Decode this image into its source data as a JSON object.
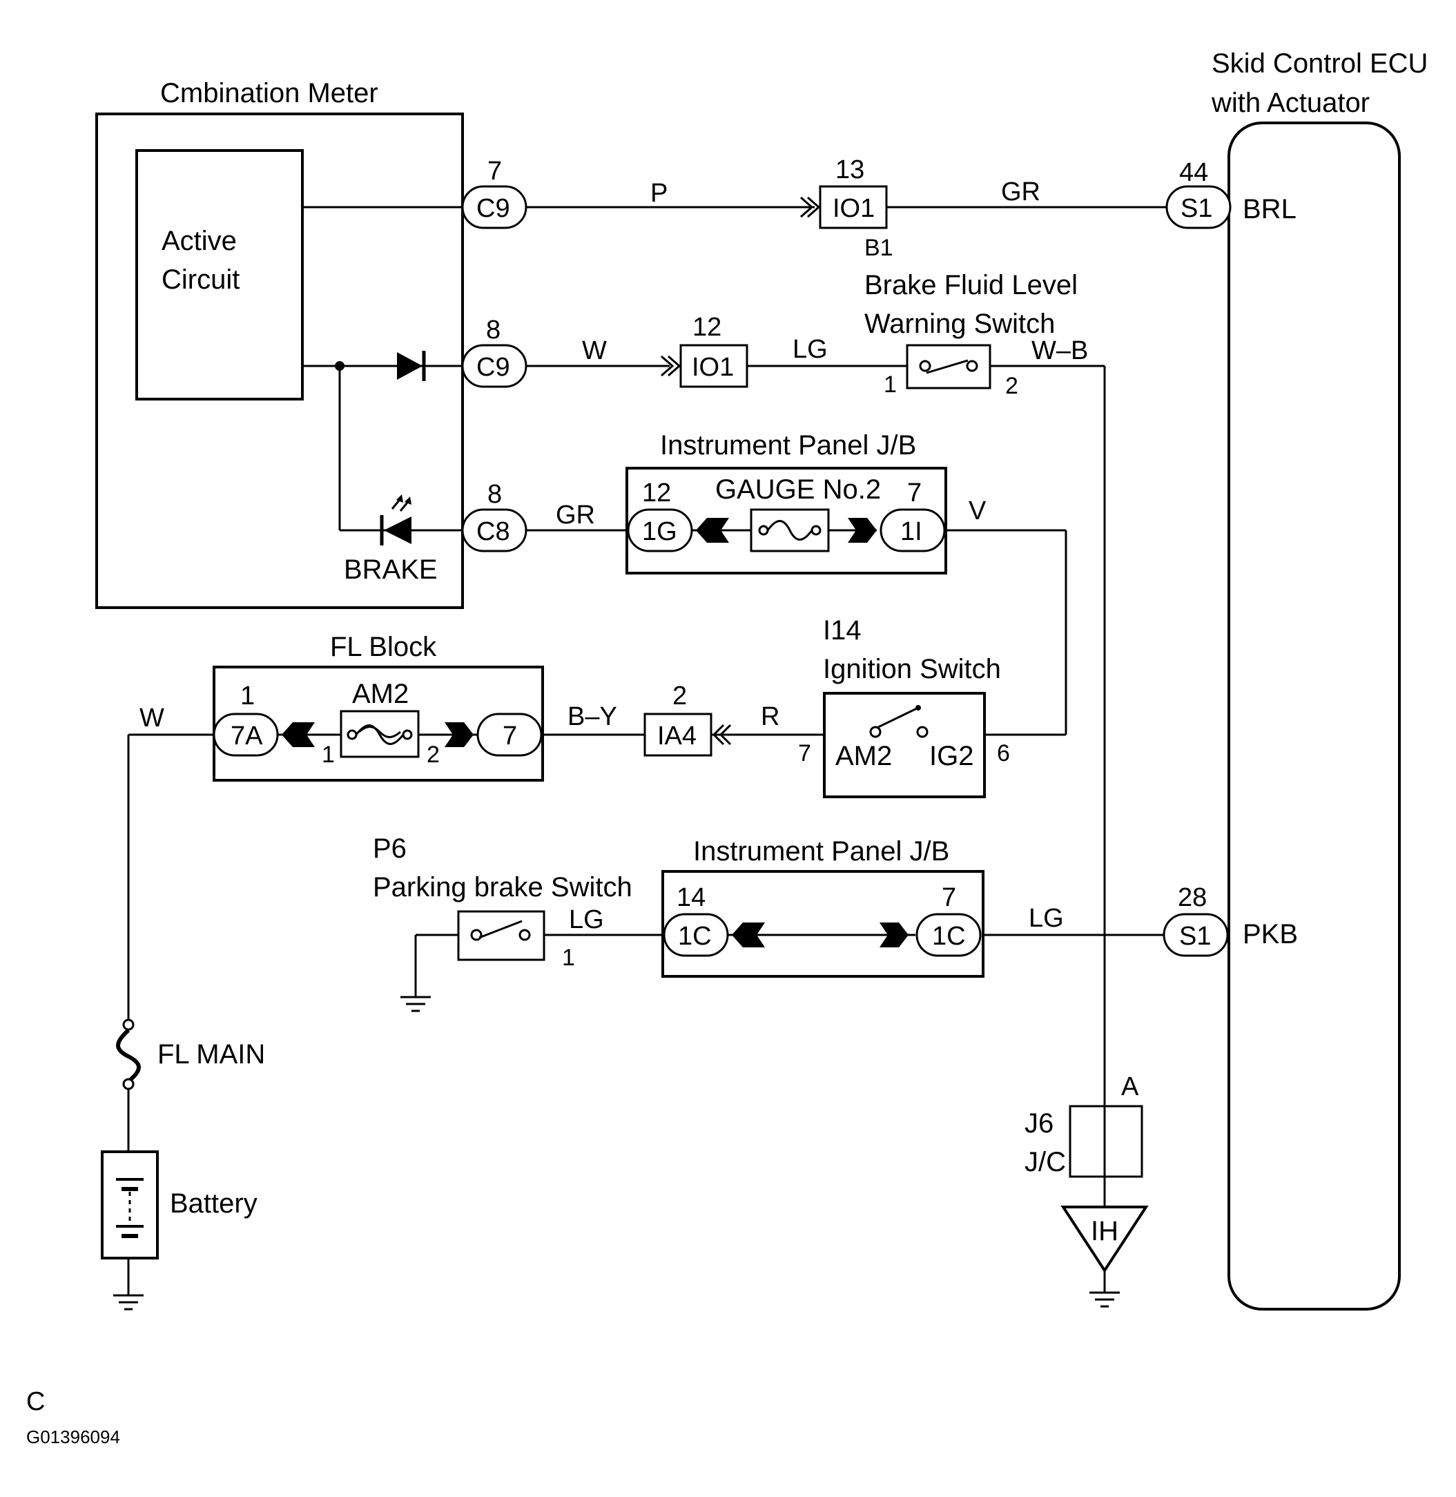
{
  "components": {
    "combination_meter": "Cmbination Meter",
    "active_circuit_l1": "Active",
    "active_circuit_l2": "Circuit",
    "brake_lamp": "BRAKE",
    "skid_ecu_l1": "Skid Control ECU",
    "skid_ecu_l2": "with Actuator",
    "ecu_brl": "BRL",
    "ecu_pkb": "PKB",
    "brake_fluid_id": "B1",
    "brake_fluid_l1": "Brake Fluid Level",
    "brake_fluid_l2": "Warning Switch",
    "ipjb_top": "Instrument Panel J/B",
    "gauge_fuse": "GAUGE No.2",
    "fl_block": "FL Block",
    "am2_fuse": "AM2",
    "ign_id": "I14",
    "ign_name": "Ignition Switch",
    "ign_am2": "AM2",
    "ign_ig2": "IG2",
    "pk_id": "P6",
    "pk_name": "Parking brake Switch",
    "ipjb_bottom": "Instrument Panel J/B",
    "fl_main": "FL MAIN",
    "battery": "Battery",
    "jc_id": "J6",
    "jc_name": "J/C",
    "jc_pin": "A",
    "ground_ih": "IH"
  },
  "connectors": {
    "c9a": {
      "name": "C9",
      "pin": "7"
    },
    "c9b": {
      "name": "C9",
      "pin": "8"
    },
    "c8": {
      "name": "C8",
      "pin": "8"
    },
    "io1a": {
      "name": "IO1",
      "pin": "13"
    },
    "io1b": {
      "name": "IO1",
      "pin": "12"
    },
    "s1a": {
      "name": "S1",
      "pin": "44"
    },
    "s1b": {
      "name": "S1",
      "pin": "28"
    },
    "g1": {
      "name": "1G",
      "pin": "12"
    },
    "i1": {
      "name": "1I",
      "pin": "7"
    },
    "a7": {
      "name": "7A",
      "pin": "1"
    },
    "b7": {
      "name": "7"
    },
    "ia4": {
      "name": "IA4",
      "pin": "2"
    },
    "c1a": {
      "name": "1C",
      "pin": "14"
    },
    "c1b": {
      "name": "1C",
      "pin": "7"
    }
  },
  "pins": {
    "bfl_1": "1",
    "bfl_2": "2",
    "am2_1": "1",
    "am2_2": "2",
    "ign_7": "7",
    "ign_6": "6",
    "pk_1": "1"
  },
  "wires": {
    "c9a_io1": "P",
    "io1_s1": "GR",
    "c9b_io1": "W",
    "io1_bfl": "LG",
    "bfl_gnd": "W–B",
    "c8_1g": "GR",
    "i1_ign": "V",
    "fl_w": "W",
    "fl_ia4": "B–Y",
    "ia4_ign": "R",
    "pk_1c": "LG",
    "1c_s1": "LG"
  },
  "footer": {
    "letter": "C",
    "code": "G01396094"
  }
}
